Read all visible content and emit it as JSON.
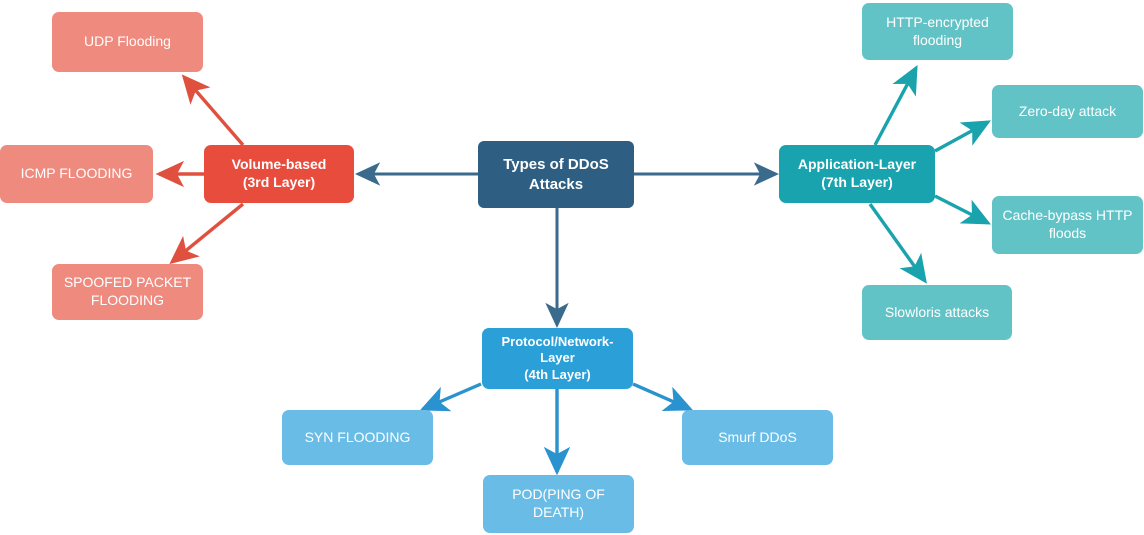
{
  "diagram": {
    "type": "mind-map",
    "title": "Types of DDoS Attacks",
    "background": "#ffffff",
    "colors": {
      "root_fill": "#2e5f82",
      "root_edge": "#3a6a8c",
      "volume_fill": "#e84c3d",
      "volume_leaf_fill": "#ef8a7e",
      "volume_edge": "#e0503f",
      "application_fill": "#19a3ae",
      "application_leaf_fill": "#62c3c7",
      "application_edge": "#1ba3ad",
      "protocol_fill": "#2a9fd8",
      "protocol_leaf_fill": "#69bce6",
      "protocol_edge": "#2a92cf",
      "text": "#ffffff"
    },
    "root": {
      "label": "Types of DDoS\nAttacks"
    },
    "branches": [
      {
        "id": "volume",
        "label": "Volume-based\n(3rd Layer)",
        "direction": "left",
        "leaves": [
          {
            "id": "udp-flooding",
            "label": "UDP Flooding"
          },
          {
            "id": "icmp-flooding",
            "label": "ICMP FLOODING"
          },
          {
            "id": "spoofed-packet-flooding",
            "label": "SPOOFED PACKET\nFLOODING"
          }
        ]
      },
      {
        "id": "application",
        "label": "Application-Layer\n(7th Layer)",
        "direction": "right",
        "leaves": [
          {
            "id": "http-encrypted-flooding",
            "label": "HTTP-encrypted\nflooding"
          },
          {
            "id": "zero-day-attack",
            "label": "Zero-day attack"
          },
          {
            "id": "cache-bypass-http-floods",
            "label": "Cache-bypass HTTP\nfloods"
          },
          {
            "id": "slowloris-attacks",
            "label": "Slowloris attacks"
          }
        ]
      },
      {
        "id": "protocol",
        "label": "Protocol/Network-\nLayer\n(4th Layer)",
        "direction": "down",
        "leaves": [
          {
            "id": "syn-flooding",
            "label": "SYN FLOODING"
          },
          {
            "id": "pod-ping-of-death",
            "label": "POD(PING OF\nDEATH)"
          },
          {
            "id": "smurf-ddos",
            "label": "Smurf DDoS"
          }
        ]
      }
    ]
  }
}
